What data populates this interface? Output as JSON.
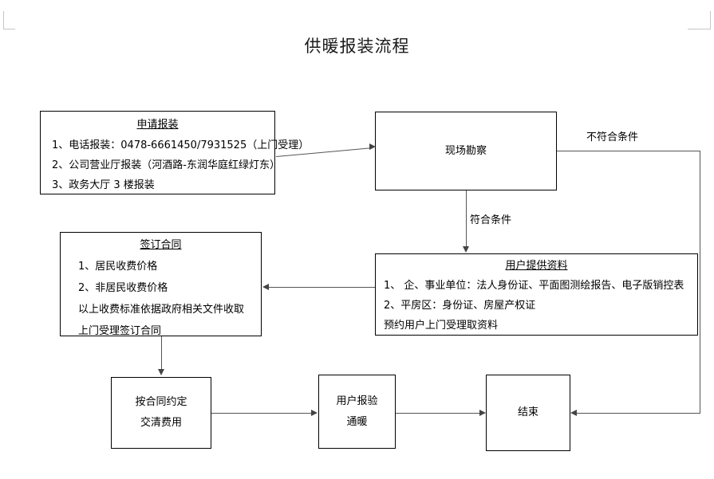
{
  "page": {
    "title": "供暖报装流程"
  },
  "nodes": {
    "apply": {
      "name": "申请报装",
      "lines": [
        "1、电话报装：0478-6661450/7931525（上门受理）",
        "2、公司营业厅报装（河酒路-东润华庭红绿灯东）",
        "3、政务大厅 3 楼报装"
      ]
    },
    "survey": {
      "name": "现场勘察"
    },
    "docs": {
      "name": "用户提供资料",
      "lines": [
        "1、 企、事业单位：法人身份证、平面图测绘报告、电子版销控表",
        "2、平房区：身份证、房屋产权证",
        " 预约用户上门受理取资料"
      ]
    },
    "contract": {
      "name": "签订合同",
      "lines": [
        "1、居民收费价格",
        "2、非居民收费价格",
        "以上收费标准依据政府相关文件收取",
        "上门受理签订合同"
      ]
    },
    "payment": {
      "line1": "按合同约定",
      "line2": "交清费用"
    },
    "inspect": {
      "line1": "用户报验",
      "line2": "通暖"
    },
    "end": {
      "line1": "结束"
    }
  },
  "edges": {
    "pass_label": "符合条件",
    "fail_label": "不符合条件"
  },
  "colors": {
    "box_border": "#000000",
    "line": "#555555",
    "text": "#000000",
    "background": "#ffffff",
    "crop_mark": "#c6c6c6"
  }
}
